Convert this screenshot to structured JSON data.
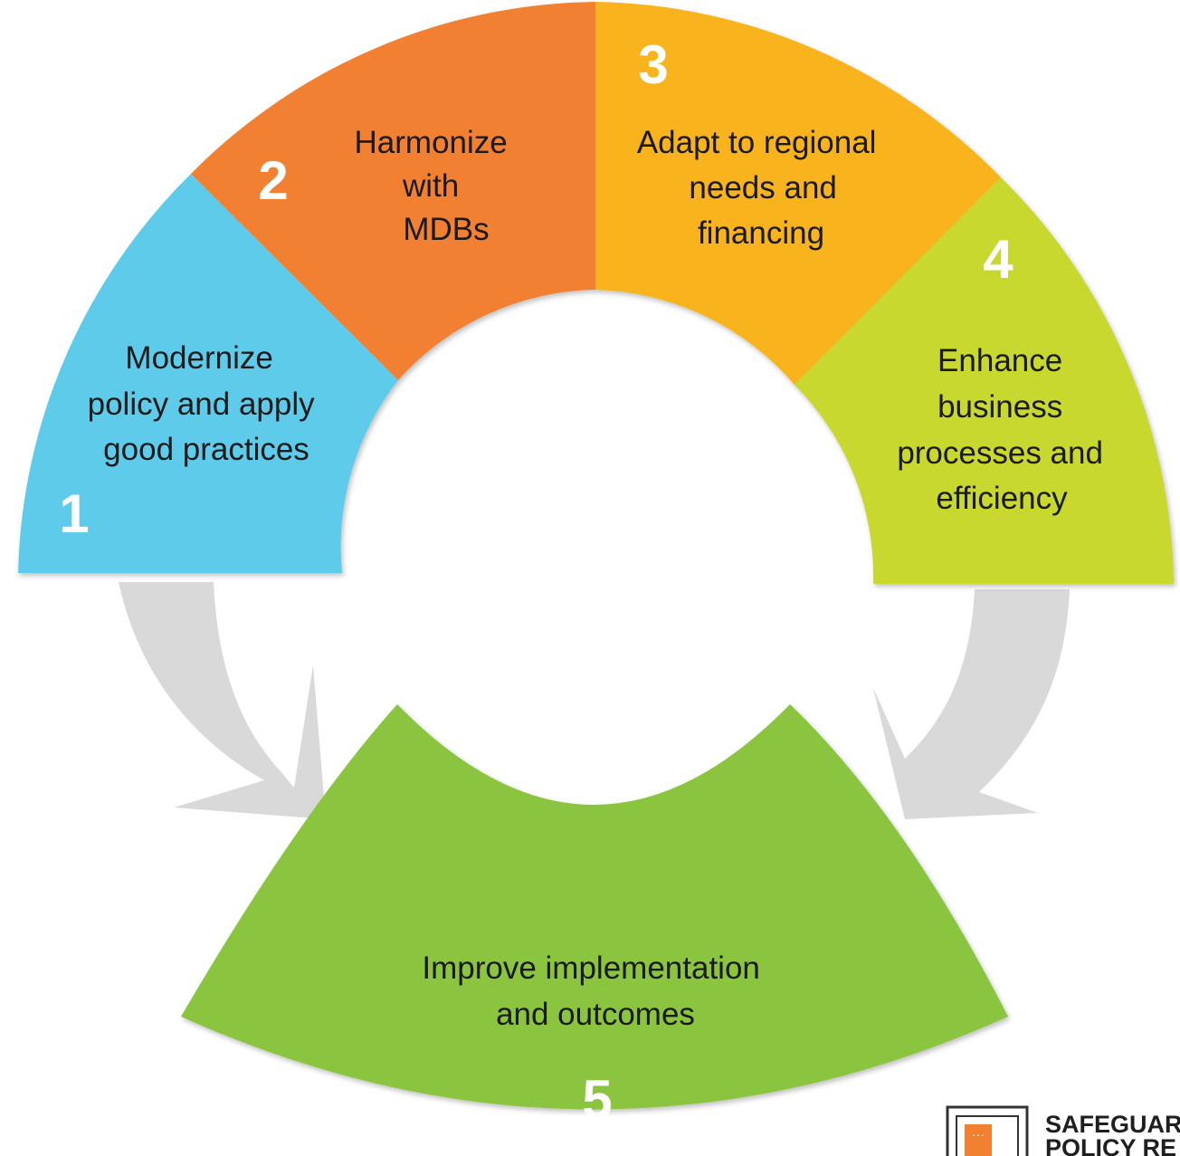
{
  "colors": {
    "seg1": "#5fcbea",
    "seg2": "#f28031",
    "seg3": "#f9b31b",
    "seg4": "#c8d82e",
    "seg5": "#8bc540",
    "arrow": "#d9d9d9",
    "logo_accent": "#f28031",
    "text": "#1a1a1a",
    "number": "#ffffff"
  },
  "segments": [
    {
      "number": "1",
      "lines": [
        "Modernize",
        "policy and apply",
        "good practices"
      ]
    },
    {
      "number": "2",
      "lines": [
        "Harmonize",
        "with",
        "MDBs"
      ]
    },
    {
      "number": "3",
      "lines": [
        "Adapt to regional",
        "needs and",
        "financing"
      ]
    },
    {
      "number": "4",
      "lines": [
        "Enhance",
        "business",
        "processes and",
        "efficiency"
      ]
    },
    {
      "number": "5",
      "lines": [
        "Improve implementation",
        "and outcomes"
      ]
    }
  ],
  "logo": {
    "icon": "document-icon",
    "lines": [
      "SAFEGUARD",
      "POLICY RE"
    ]
  }
}
